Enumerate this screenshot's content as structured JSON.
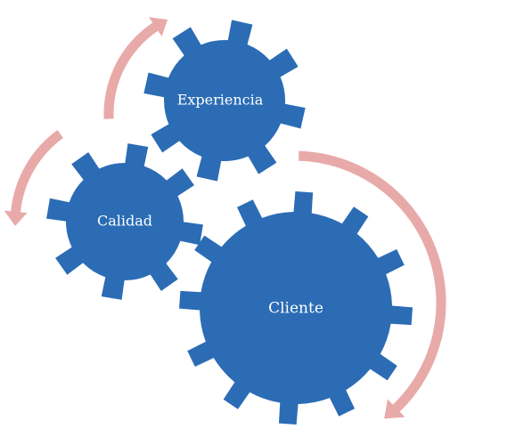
{
  "diagram": {
    "colors": {
      "gear_fill": "#2b6cb5",
      "arrow_fill": "#e8aaa8",
      "label_color": "#ffffff"
    },
    "gears": [
      {
        "id": "experiencia",
        "label": "Experiencia",
        "teeth": 8
      },
      {
        "id": "calidad",
        "label": "Calidad",
        "teeth": 8
      },
      {
        "id": "cliente",
        "label": "Cliente",
        "teeth": 12
      }
    ],
    "arrows": [
      {
        "id": "arrow-top-left",
        "icon": "curved-arrow-up-icon"
      },
      {
        "id": "arrow-left",
        "icon": "curved-arrow-down-icon"
      },
      {
        "id": "arrow-right",
        "icon": "curved-arrow-down-icon"
      }
    ]
  }
}
